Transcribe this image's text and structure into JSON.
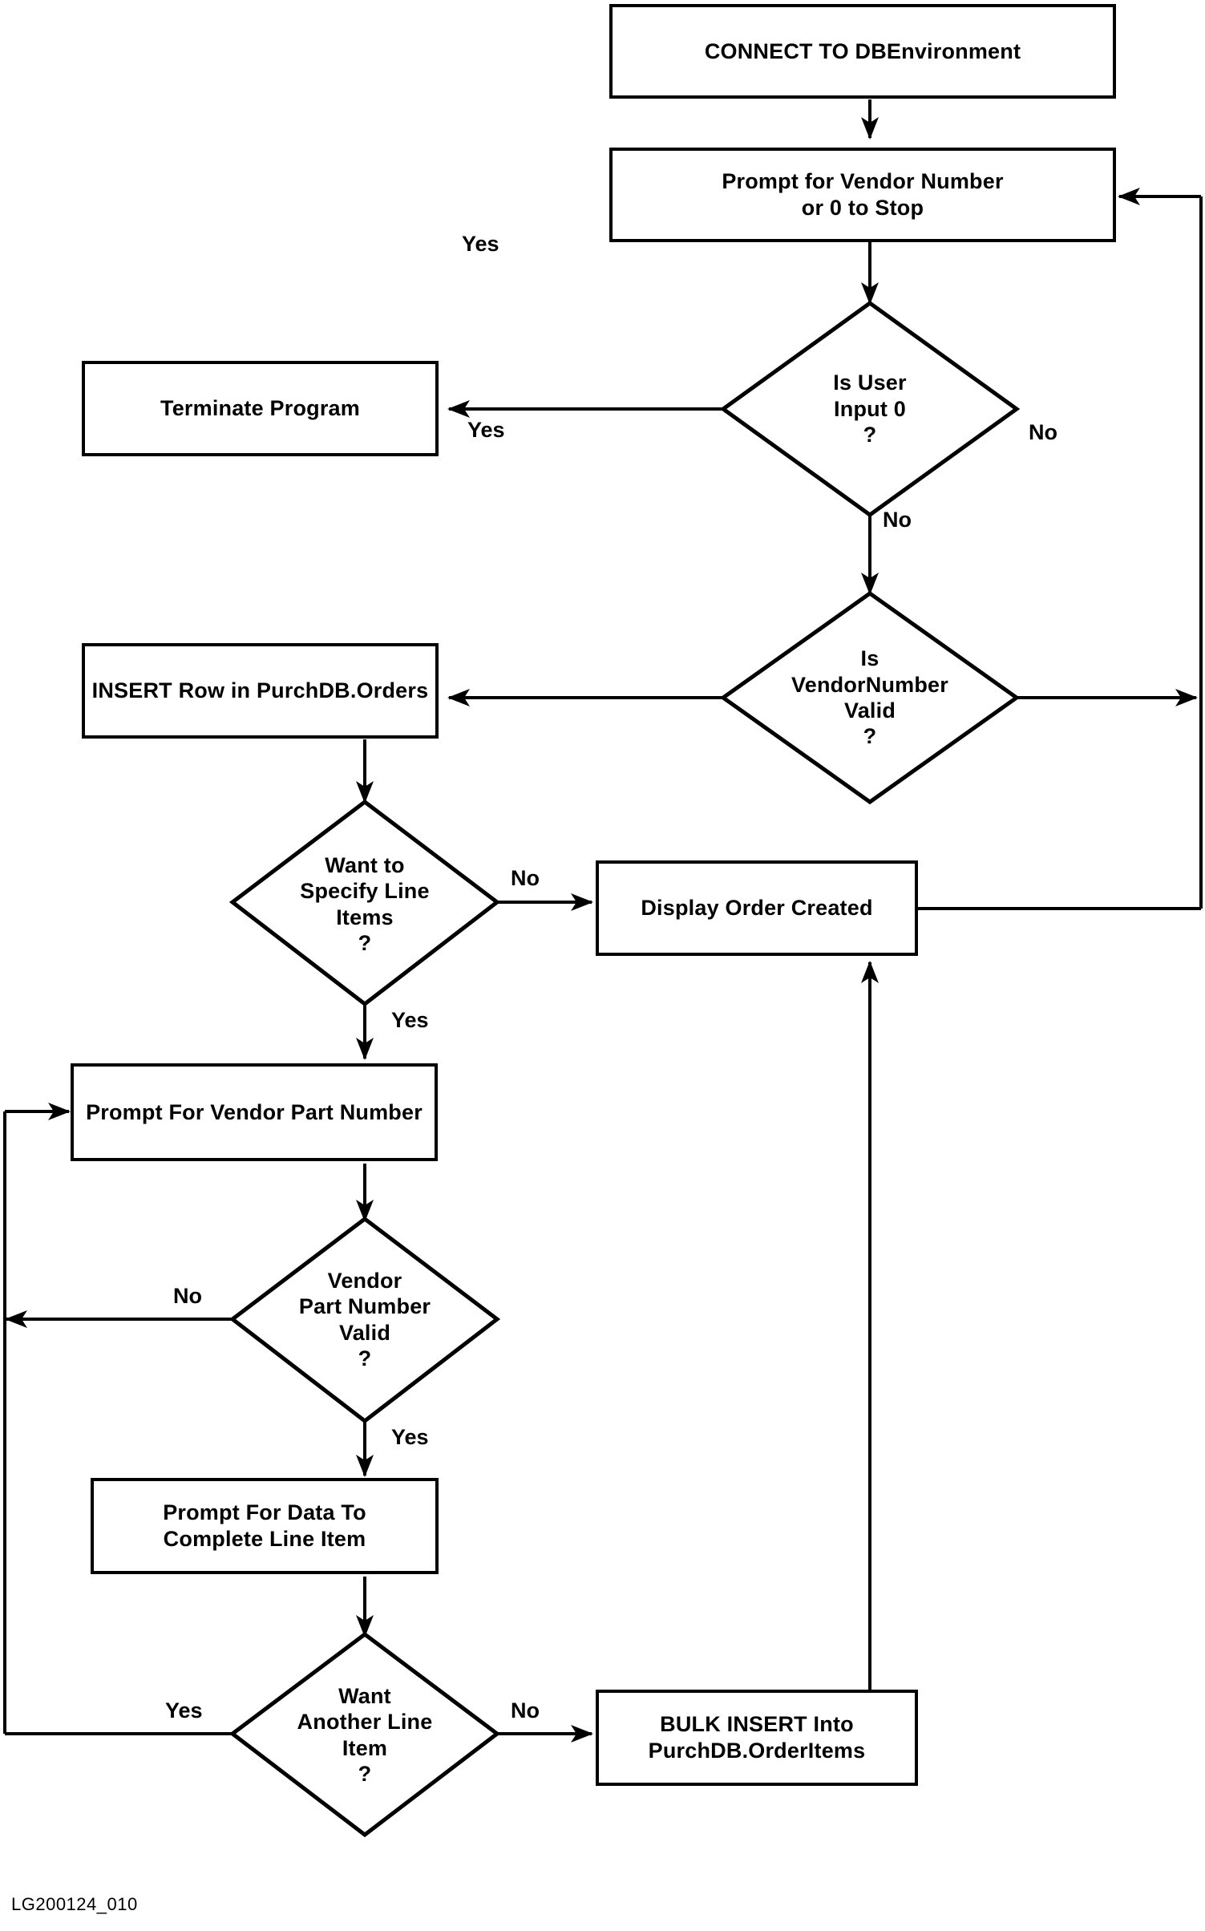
{
  "figure": {
    "caption": "LG200124_010",
    "colors": {
      "stroke": "#000000",
      "fill": "#ffffff",
      "text": "#000000"
    }
  },
  "chart_data": {
    "type": "diagram",
    "title": "Purchase order entry program flowchart",
    "nodes": [
      {
        "id": "connect",
        "shape": "process",
        "label": "CONNECT TO DBEnvironment"
      },
      {
        "id": "prompt_vendor",
        "shape": "process",
        "label": "Prompt for Vendor Number\nor 0 to Stop"
      },
      {
        "id": "is_input_zero",
        "shape": "decision",
        "label": "Is User\nInput 0\n?"
      },
      {
        "id": "terminate",
        "shape": "process",
        "label": "Terminate Program"
      },
      {
        "id": "is_vendor_ok",
        "shape": "decision",
        "label": "Is\nVendorNumber\nValid\n?"
      },
      {
        "id": "insert_order",
        "shape": "process",
        "label": "INSERT Row in PurchDB.Orders"
      },
      {
        "id": "want_lines",
        "shape": "decision",
        "label": "Want to\nSpecify Line\nItems\n?"
      },
      {
        "id": "display_order",
        "shape": "process",
        "label": "Display Order Created"
      },
      {
        "id": "prompt_part",
        "shape": "process",
        "label": "Prompt For Vendor Part Number"
      },
      {
        "id": "part_valid",
        "shape": "decision",
        "label": "Vendor\nPart Number\nValid\n?"
      },
      {
        "id": "prompt_data",
        "shape": "process",
        "label": "Prompt For Data To\nComplete Line Item"
      },
      {
        "id": "want_another",
        "shape": "decision",
        "label": "Want\nAnother Line\nItem\n?"
      },
      {
        "id": "bulk_insert",
        "shape": "process",
        "label": "BULK INSERT Into\nPurchDB.OrderItems"
      }
    ],
    "edges": [
      {
        "from": "connect",
        "to": "prompt_vendor",
        "label": ""
      },
      {
        "from": "prompt_vendor",
        "to": "is_input_zero",
        "label": ""
      },
      {
        "from": "is_input_zero",
        "to": "terminate",
        "label": "Yes"
      },
      {
        "from": "is_input_zero",
        "to": "is_vendor_ok",
        "label": "No"
      },
      {
        "from": "is_vendor_ok",
        "to": "insert_order",
        "label": "Yes"
      },
      {
        "from": "is_vendor_ok",
        "to": "prompt_vendor",
        "label": "No"
      },
      {
        "from": "insert_order",
        "to": "want_lines",
        "label": ""
      },
      {
        "from": "want_lines",
        "to": "display_order",
        "label": "No"
      },
      {
        "from": "want_lines",
        "to": "prompt_part",
        "label": "Yes"
      },
      {
        "from": "display_order",
        "to": "prompt_vendor",
        "label": ""
      },
      {
        "from": "prompt_part",
        "to": "part_valid",
        "label": ""
      },
      {
        "from": "part_valid",
        "to": "prompt_part",
        "label": "No"
      },
      {
        "from": "part_valid",
        "to": "prompt_data",
        "label": "Yes"
      },
      {
        "from": "prompt_data",
        "to": "want_another",
        "label": ""
      },
      {
        "from": "want_another",
        "to": "prompt_part",
        "label": "Yes"
      },
      {
        "from": "want_another",
        "to": "bulk_insert",
        "label": "No"
      },
      {
        "from": "bulk_insert",
        "to": "display_order",
        "label": ""
      }
    ]
  },
  "edge_labels": {
    "input_zero_yes": "Yes",
    "input_zero_no": "No",
    "vendor_valid_yes": "Yes",
    "vendor_valid_no": "No",
    "want_lines_no": "No",
    "want_lines_yes": "Yes",
    "part_valid_no": "No",
    "part_valid_yes": "Yes",
    "want_another_yes": "Yes",
    "want_another_no": "No"
  }
}
